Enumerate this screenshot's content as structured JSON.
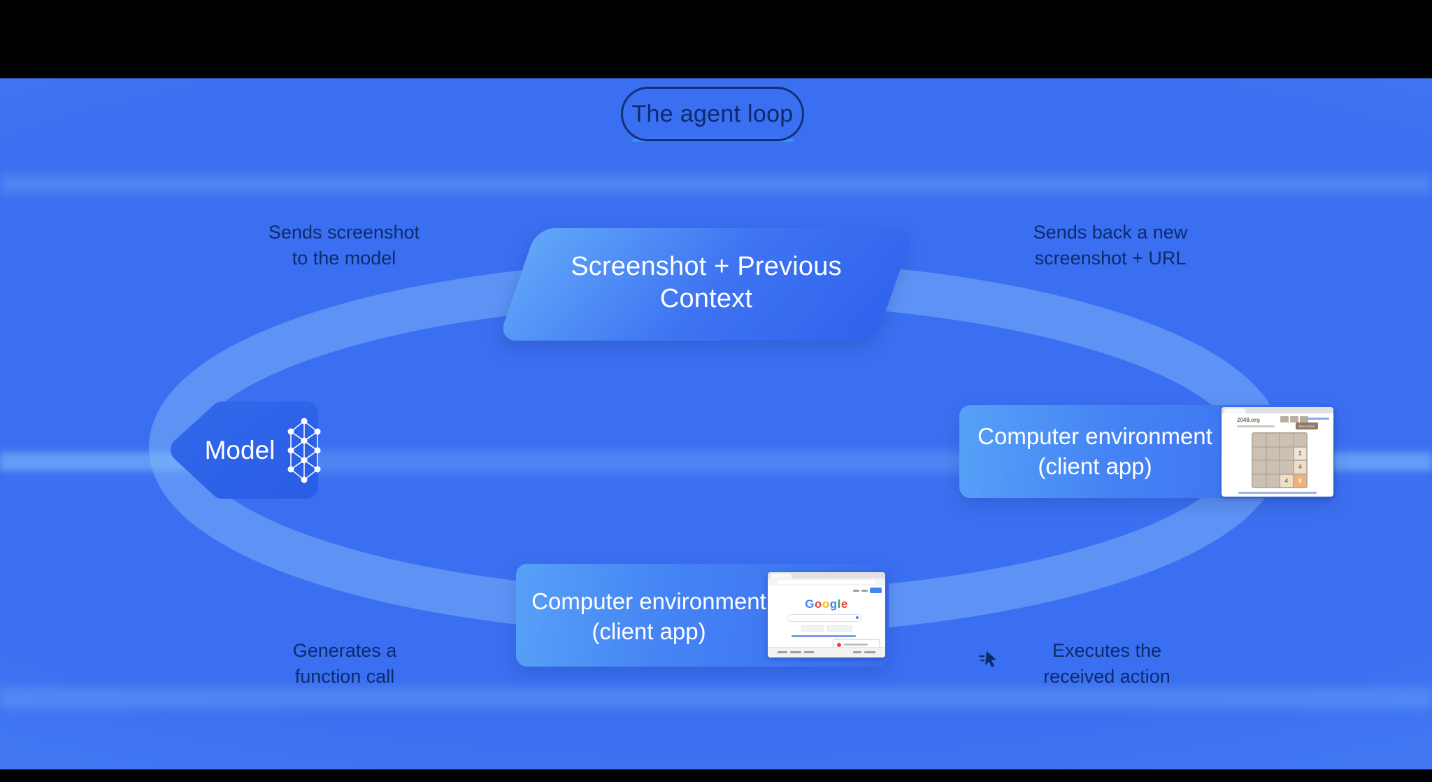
{
  "title": "The agent loop",
  "loop_labels": {
    "top_left": {
      "line1": "Sends screenshot",
      "line2": "to the model"
    },
    "top_right": {
      "line1": "Sends back a new",
      "line2": "screenshot + URL"
    },
    "bottom_left": {
      "line1": "Generates a",
      "line2": "function call"
    },
    "bottom_right": {
      "line1": "Executes the",
      "line2": "received action"
    }
  },
  "nodes": {
    "context": {
      "line1": "Screenshot + Previous",
      "line2": "Context"
    },
    "model": {
      "label": "Model",
      "icon": "neural-network-icon"
    },
    "env_right": {
      "line1": "Computer environment",
      "line2": "(client app)",
      "thumbnail": "2048-game-screenshot"
    },
    "env_bottom": {
      "line1": "Computer environment",
      "line2": "(client app)",
      "thumbnail": "google-homepage-screenshot"
    }
  },
  "mini_2048": {
    "site": "2048.org",
    "new_game_button": "New Game",
    "tiles": [
      [
        "",
        "",
        "",
        ""
      ],
      [
        "",
        "",
        "",
        "2"
      ],
      [
        "",
        "",
        "",
        "4"
      ],
      [
        "",
        "",
        "4",
        "8"
      ]
    ],
    "tile_colors": {
      "2": {
        "bg": "#eee4da",
        "fg": "#776e65"
      },
      "4": {
        "bg": "#ede0c8",
        "fg": "#776e65"
      },
      "8": {
        "bg": "#f2b179",
        "fg": "#f9f6f2"
      }
    },
    "board_bg": "#bbada0",
    "cell_bg": "#cdc1b4"
  },
  "mini_google": {
    "logo_letters": [
      {
        "ch": "G",
        "color": "#4285F4"
      },
      {
        "ch": "o",
        "color": "#EA4335"
      },
      {
        "ch": "o",
        "color": "#FBBC05"
      },
      {
        "ch": "g",
        "color": "#4285F4"
      },
      {
        "ch": "l",
        "color": "#34A853"
      },
      {
        "ch": "e",
        "color": "#EA4335"
      }
    ]
  },
  "colors": {
    "background": "#3B6FF1",
    "loop_ring": "#7FB5FA",
    "node_gradient_start": "#5FA5F8",
    "node_gradient_end": "#3061EC",
    "model_fill": "#2C63E8",
    "label_text": "#0D2B6B",
    "node_text": "#FFFFFF",
    "letterbox": "#000000"
  }
}
